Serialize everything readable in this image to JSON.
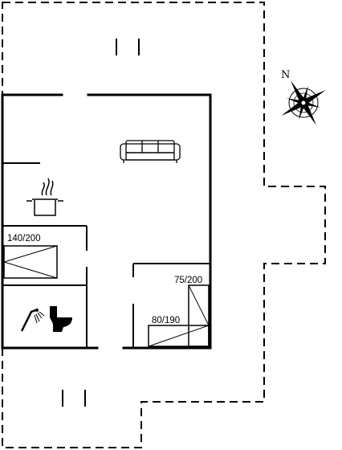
{
  "beds": [
    {
      "label": "140/200"
    },
    {
      "label": "75/200"
    },
    {
      "label": "80/190"
    }
  ],
  "compass": {
    "north_label": "N"
  },
  "colors": {
    "line": "#000000",
    "background": "#ffffff"
  },
  "icons": [
    "sofa-icon",
    "cooking-pot-icon",
    "shower-icon",
    "toilet-icon",
    "compass-rose-icon"
  ]
}
